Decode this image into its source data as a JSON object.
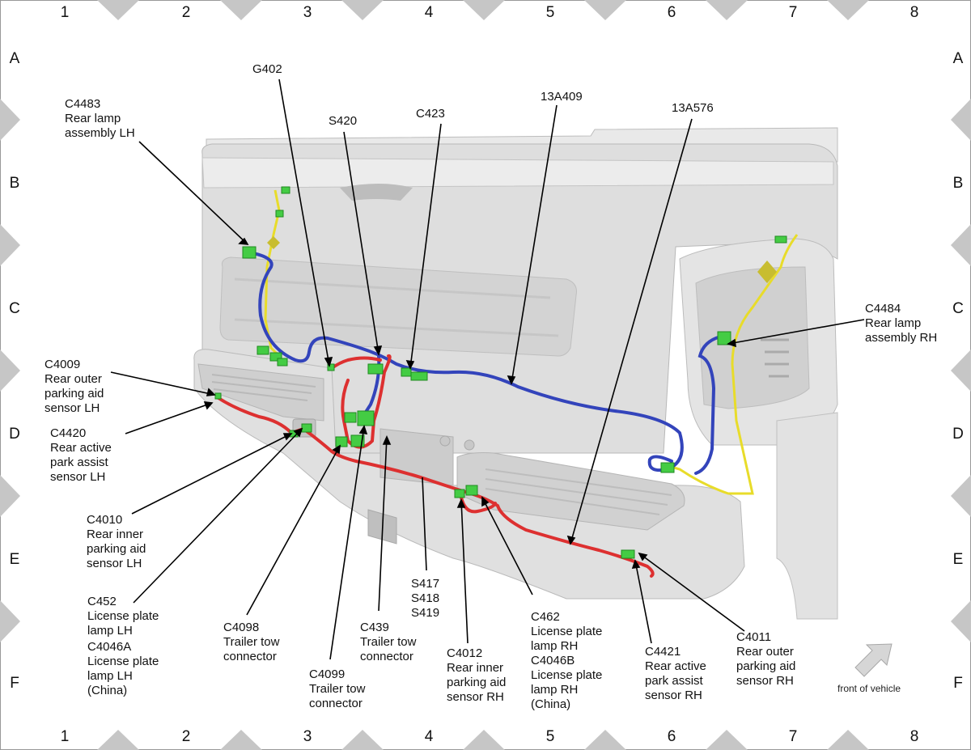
{
  "grid": {
    "columns": [
      "1",
      "2",
      "3",
      "4",
      "5",
      "6",
      "7",
      "8"
    ],
    "rows": [
      "A",
      "B",
      "C",
      "D",
      "E",
      "F"
    ]
  },
  "labels": {
    "c4483": [
      "C4483",
      "Rear lamp",
      "assembly LH"
    ],
    "g402": [
      "G402"
    ],
    "s420": [
      "S420"
    ],
    "c423": [
      "C423"
    ],
    "w13a409": [
      "13A409"
    ],
    "w13a576": [
      "13A576"
    ],
    "c4484": [
      "C4484",
      "Rear lamp",
      "assembly RH"
    ],
    "c4009": [
      "C4009",
      "Rear outer",
      "parking aid",
      "sensor LH"
    ],
    "c4420": [
      "C4420",
      "Rear active",
      "park assist",
      "sensor LH"
    ],
    "c4010": [
      "C4010",
      "Rear inner",
      "parking aid",
      "sensor LH"
    ],
    "c452": [
      "C452",
      "License plate",
      "lamp LH",
      "C4046A",
      "License plate",
      "lamp LH",
      "(China)"
    ],
    "c4098": [
      "C4098",
      "Trailer tow",
      "connector"
    ],
    "c4099": [
      "C4099",
      "Trailer tow",
      "connector"
    ],
    "c439": [
      "C439",
      "Trailer tow",
      "connector"
    ],
    "s417": [
      "S417",
      "S418",
      "S419"
    ],
    "c4012": [
      "C4012",
      "Rear inner",
      "parking aid",
      "sensor RH"
    ],
    "c462": [
      "C462",
      "License plate",
      "lamp RH",
      "C4046B",
      "License plate",
      "lamp RH",
      "(China)"
    ],
    "c4421": [
      "C4421",
      "Rear active",
      "park assist",
      "sensor RH"
    ],
    "c4011": [
      "C4011",
      "Rear outer",
      "parking aid",
      "sensor RH"
    ]
  },
  "orientation": {
    "text": "front of vehicle",
    "icon": "arrow-icon"
  },
  "colors": {
    "harness_blue": "#3344bb",
    "harness_red": "#dd3030",
    "harness_yellow": "#e8dc2a",
    "connector_green": "#44cc44",
    "truck_gray": "#d9d9d9"
  }
}
